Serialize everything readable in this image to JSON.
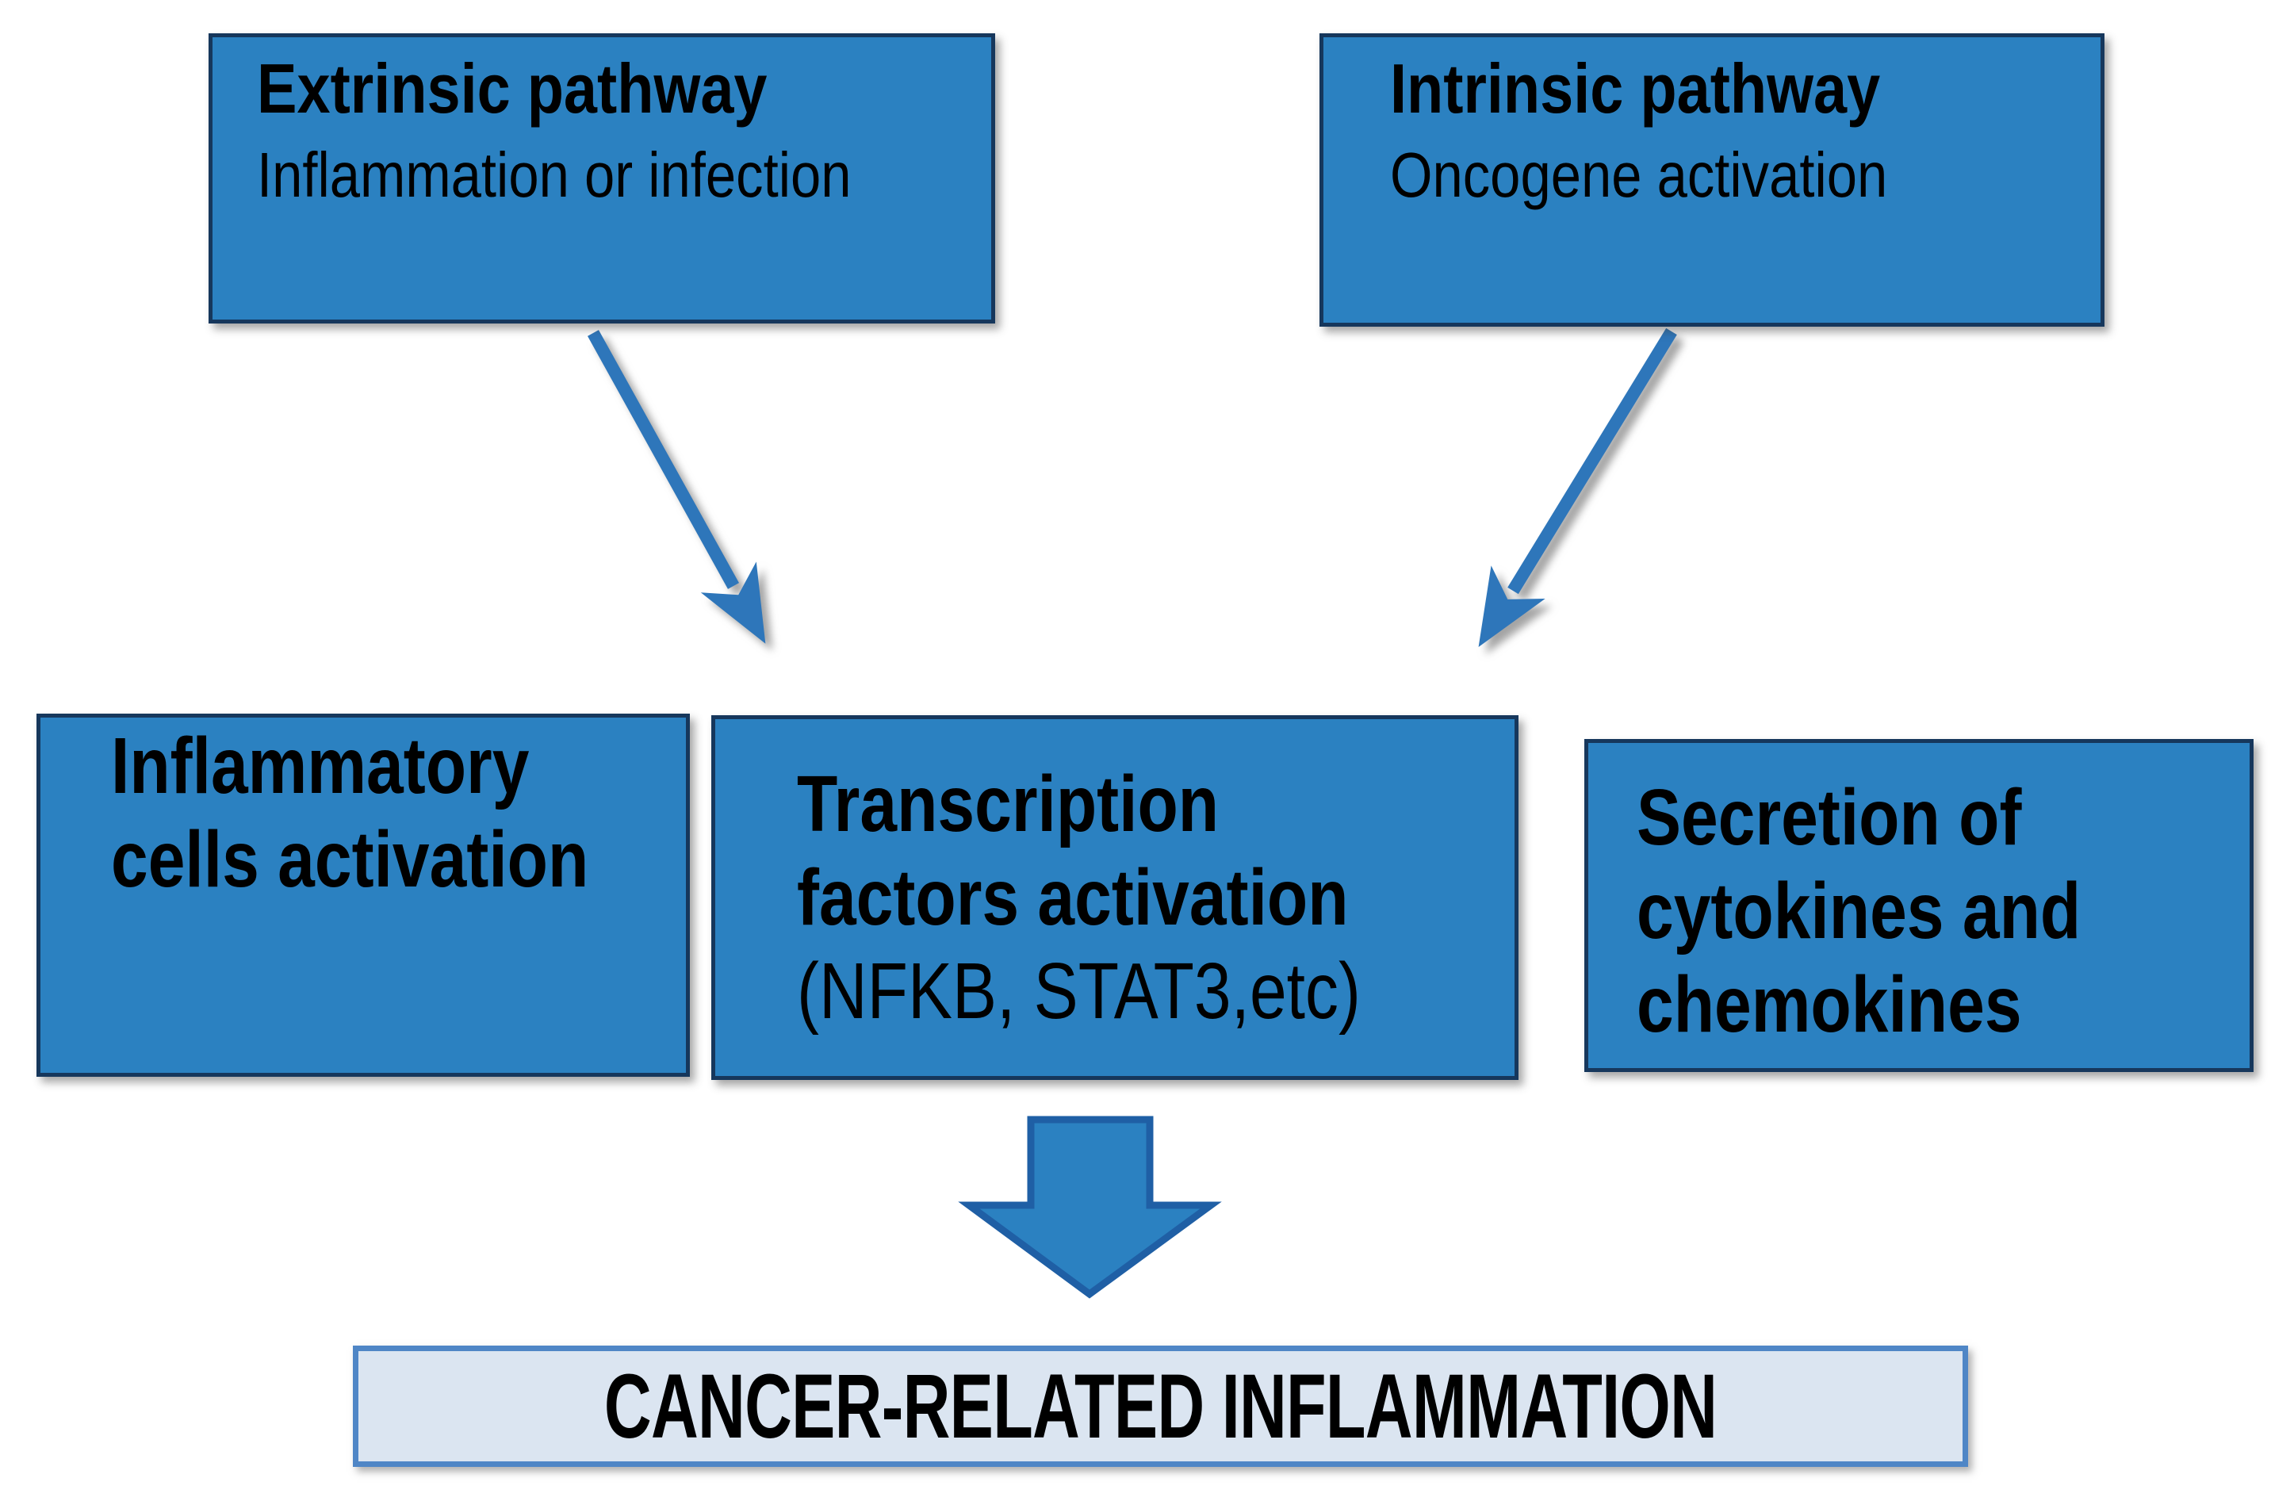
{
  "figure": {
    "type": "flowchart",
    "topic": "Cancer-related inflammation pathways"
  },
  "boxes": {
    "extrinsic": {
      "title": "Extrinsic pathway",
      "subtitle": "Inflammation or infection"
    },
    "intrinsic": {
      "title": "Intrinsic pathway",
      "subtitle": "Oncogene activation"
    },
    "inflammatory": {
      "line1": "Inflammatory",
      "line2": "cells activation"
    },
    "transcription": {
      "line1": "Transcription",
      "line2": "factors activation",
      "line3": "(NFKB, STAT3,etc)"
    },
    "secretion": {
      "line1": "Secretion of",
      "line2": "cytokines and",
      "line3": "chemokines"
    },
    "result": {
      "label": "CANCER-RELATED INFLAMMATION"
    }
  },
  "arrows": [
    {
      "name": "extrinsic-to-transcription",
      "from": "Extrinsic pathway",
      "to": "Transcription factors activation",
      "style": "diagonal-line-arrow"
    },
    {
      "name": "intrinsic-to-transcription",
      "from": "Intrinsic pathway",
      "to": "Transcription factors activation",
      "style": "diagonal-line-arrow"
    },
    {
      "name": "transcription-to-result",
      "from": "Transcription factors activation",
      "to": "CANCER-RELATED INFLAMMATION",
      "style": "block-down-arrow"
    }
  ],
  "colors": {
    "background": "#ffffff",
    "box_fill": "#2b81c1",
    "box_border": "#16375c",
    "arrow": "#2e76ba",
    "block_arrow_border": "#1f5fa5",
    "result_fill": "#dbe5f1",
    "result_border": "#4f86c6",
    "text": "#000000"
  }
}
